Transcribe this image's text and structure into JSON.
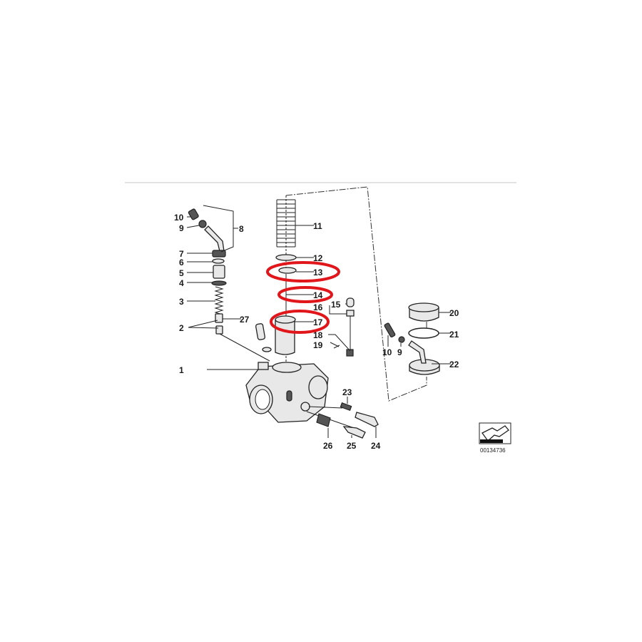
{
  "diagram_id": "00134736",
  "highlight_color": "#e0161b",
  "highlighted_callouts": [
    "13",
    "14",
    "17"
  ],
  "callouts": {
    "c1": "1",
    "c2": "2",
    "c3": "3",
    "c4": "4",
    "c5": "5",
    "c6": "6",
    "c7": "7",
    "c8": "8",
    "c9": "9",
    "c10": "10",
    "c11": "11",
    "c12": "12",
    "c13": "13",
    "c14": "14",
    "c15": "15",
    "c16": "16",
    "c17": "17",
    "c18": "18",
    "c19": "19",
    "c20": "20",
    "c21": "21",
    "c22": "22",
    "c23": "23",
    "c24": "24",
    "c25": "25",
    "c26": "26",
    "c27": "27",
    "c9b": "9",
    "c10b": "10"
  },
  "icons": {
    "orientation": "arrow-orientation-icon"
  }
}
